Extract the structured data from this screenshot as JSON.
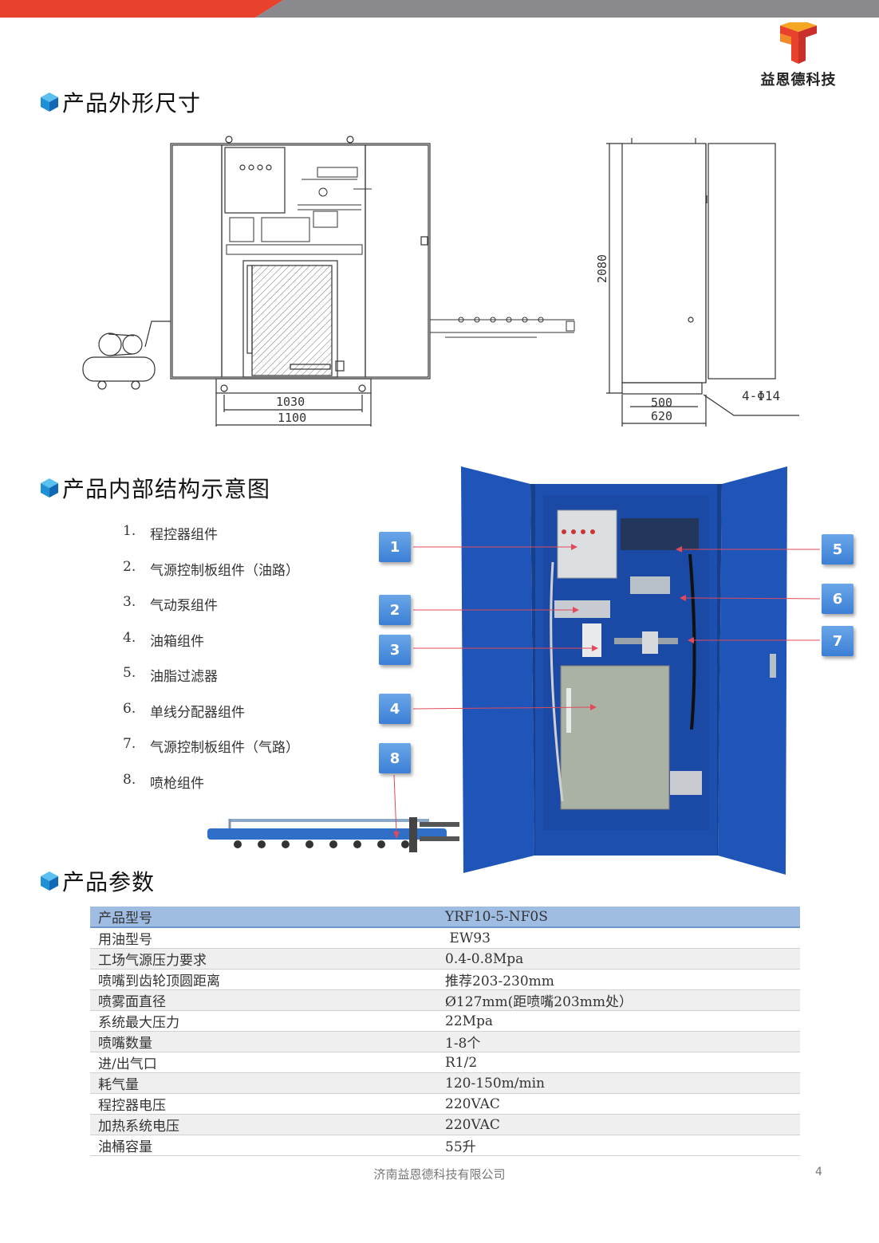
{
  "brand": {
    "name": "益恩德科技",
    "red": "#e8412c",
    "gray": "#8a8a8e"
  },
  "sections": {
    "dimensions_title": "产品外形尺寸",
    "structure_title": "产品内部结构示意图",
    "params_title": "产品参数"
  },
  "drawing_labels": {
    "front_width_inner": "1030",
    "front_width_outer": "1100",
    "side_height": "2080",
    "side_depth_inner": "500",
    "side_depth_outer": "620",
    "hole_spec": "4-Φ14"
  },
  "parts": [
    {
      "num": "1.",
      "label": "程控器组件"
    },
    {
      "num": "2.",
      "label": "气源控制板组件（油路）"
    },
    {
      "num": "3.",
      "label": "气动泵组件"
    },
    {
      "num": "4.",
      "label": "油箱组件"
    },
    {
      "num": "5.",
      "label": "油脂过滤器"
    },
    {
      "num": "6.",
      "label": "单线分配器组件"
    },
    {
      "num": "7.",
      "label": "气源控制板组件（气路）"
    },
    {
      "num": "8.",
      "label": "喷枪组件"
    }
  ],
  "callouts": [
    "1",
    "2",
    "3",
    "4",
    "5",
    "6",
    "7",
    "8"
  ],
  "params": [
    {
      "name": "产品型号",
      "value": "YRF10-5-NF0S"
    },
    {
      "name": "用油型号",
      "value": " EW93"
    },
    {
      "name": "工场气源压力要求",
      "value": "0.4-0.8Mpa"
    },
    {
      "name": "喷嘴到齿轮顶圆距离",
      "value": "推荐203-230mm"
    },
    {
      "name": "喷雾面直径",
      "value": "Ø127mm(距喷嘴203mm处）"
    },
    {
      "name": "系统最大压力",
      "value": "22Mpa"
    },
    {
      "name": "喷嘴数量",
      "value": "1-8个"
    },
    {
      "name": "进/出气口",
      "value": "R1/2"
    },
    {
      "name": "耗气量",
      "value": "120-150m/min"
    },
    {
      "name": "程控器电压",
      "value": "220VAC"
    },
    {
      "name": "加热系统电压",
      "value": "220VAC"
    },
    {
      "name": "油桶容量",
      "value": "55升"
    }
  ],
  "footer": {
    "company": "济南益恩德科技有限公司",
    "page": "4"
  }
}
